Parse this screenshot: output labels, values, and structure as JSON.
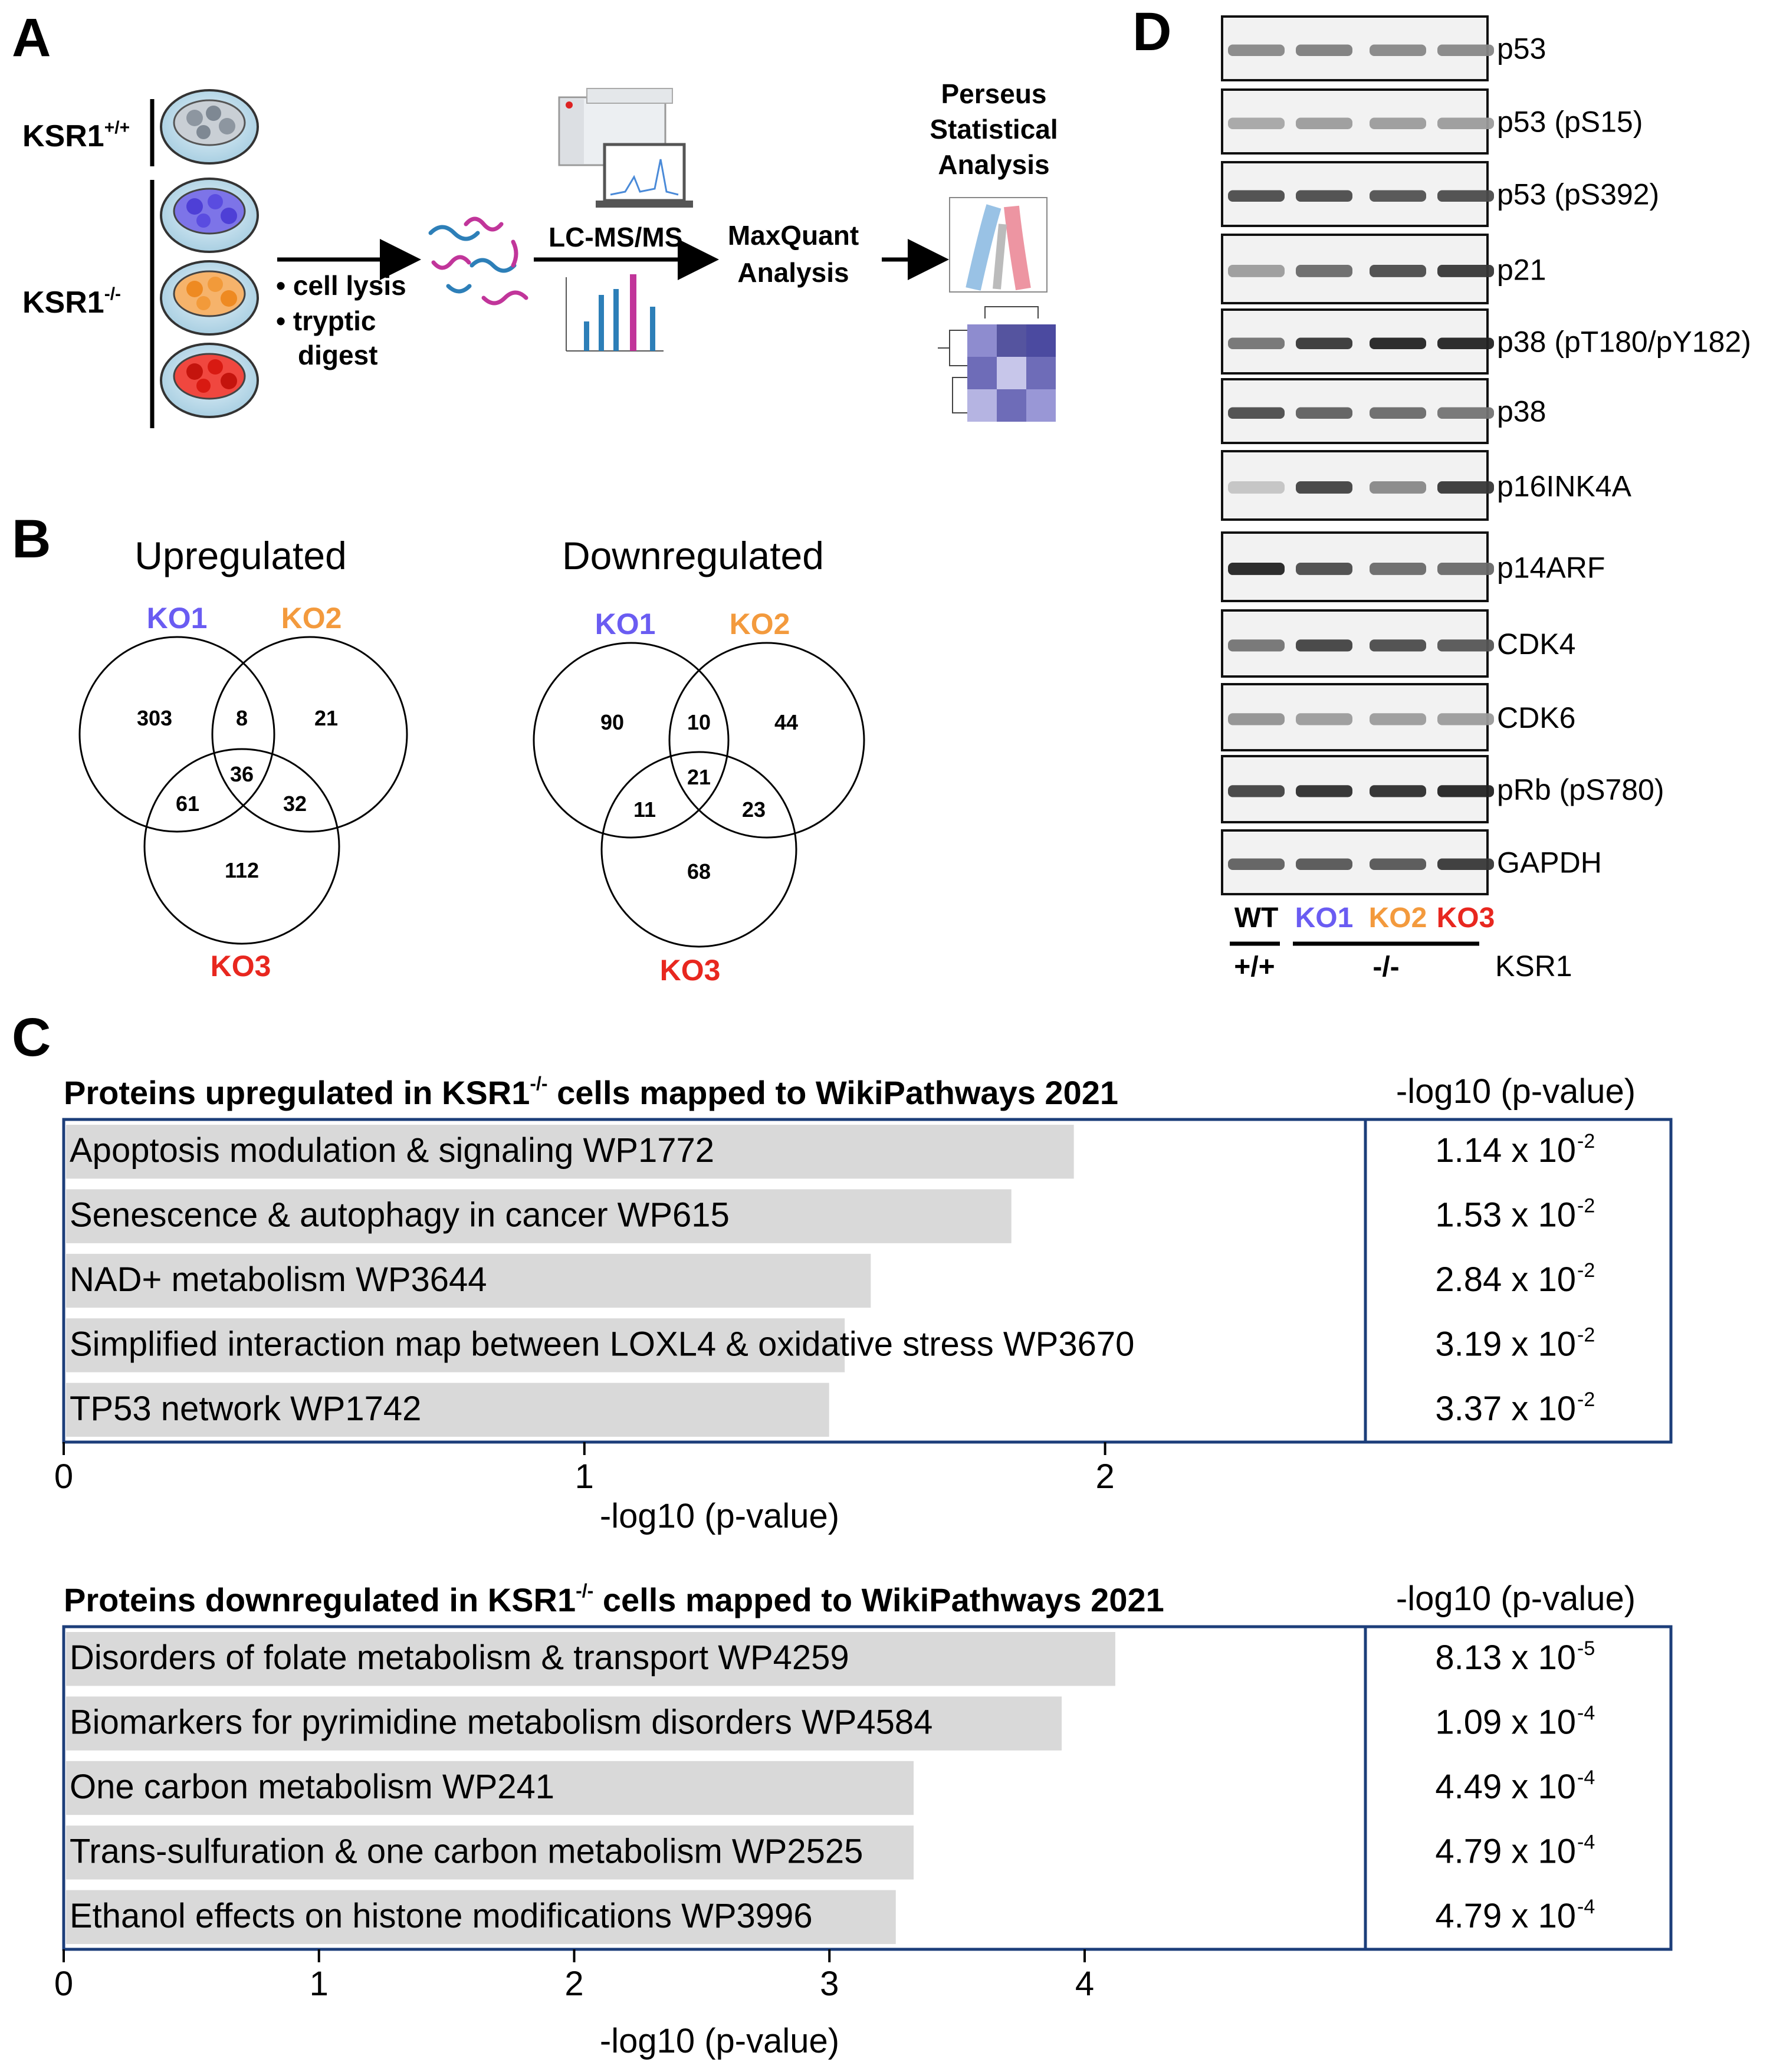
{
  "panelA": {
    "letter": "A",
    "ksr_wt": "KSR1",
    "ksr_wt_sup": "+/+",
    "ksr_ko": "KSR1",
    "ksr_ko_sup": "-/-",
    "step1": [
      "• cell lysis",
      "• tryptic",
      "digest"
    ],
    "lcms": "LC-MS/MS",
    "maxquant": [
      "MaxQuant",
      "Analysis"
    ],
    "perseus": [
      "Perseus",
      "Statistical",
      "Analysis"
    ],
    "colors": {
      "ko1": "#6a5cf2",
      "ko2": "#f39a3d",
      "ko3": "#e8271f",
      "wt": "#9aa3ad"
    }
  },
  "panelB": {
    "letter": "B",
    "up": {
      "title": "Upregulated",
      "labels": [
        "KO1",
        "KO2",
        "KO3"
      ],
      "regions": {
        "ko1_only": "303",
        "ko1_ko2": "8",
        "ko2_only": "21",
        "all": "36",
        "ko1_ko3": "61",
        "ko2_ko3": "32",
        "ko3_only": "112"
      }
    },
    "down": {
      "title": "Downregulated",
      "labels": [
        "KO1",
        "KO2",
        "KO3"
      ],
      "regions": {
        "ko1_only": "90",
        "ko1_ko2": "10",
        "ko2_only": "44",
        "all": "21",
        "ko1_ko3": "11",
        "ko2_ko3": "23",
        "ko3_only": "68"
      }
    }
  },
  "chart_data": [
    {
      "type": "bar",
      "title": "Proteins upregulated in KSR1-/- cells mapped to WikiPathways 2021",
      "xlabel": "-log10 (p-value)",
      "pcol_header": "-log10 (p-value)",
      "xlim": [
        0,
        2.5
      ],
      "ticks": [
        0,
        1,
        2
      ],
      "categories": [
        "Apoptosis modulation & signaling WP1772",
        "Senescence & autophagy in cancer WP615",
        "NAD+ metabolism WP3644",
        "Simplified interaction map between LOXL4 & oxidative stress WP3670",
        "TP53 network WP1742"
      ],
      "values": [
        1.94,
        1.82,
        1.55,
        1.5,
        1.47
      ],
      "pvalues": [
        "1.14 x 10",
        "1.53 x 10",
        "2.84 x 10",
        "3.19 x 10",
        "3.37 x 10"
      ],
      "exponents": [
        "-2",
        "-2",
        "-2",
        "-2",
        "-2"
      ]
    },
    {
      "type": "bar",
      "title": "Proteins downregulated in KSR1-/- cells mapped to WikiPathways 2021",
      "xlabel": "-log10 (p-value)",
      "pcol_header": "-log10 (p-value)",
      "xlim": [
        0,
        5.1
      ],
      "ticks": [
        0,
        1,
        2,
        3,
        4
      ],
      "categories": [
        "Disorders of folate metabolism & transport WP4259",
        "Biomarkers for pyrimidine metabolism disorders WP4584",
        "One carbon metabolism WP241",
        "Trans-sulfuration & one carbon metabolism WP2525",
        "Ethanol effects on histone modifications WP3996"
      ],
      "values": [
        4.12,
        3.91,
        3.33,
        3.33,
        3.26
      ],
      "pvalues": [
        "8.13 x 10",
        "1.09 x 10",
        "4.49 x 10",
        "4.79 x 10",
        "4.79 x 10"
      ],
      "exponents": [
        "-5",
        "-4",
        "-4",
        "-4",
        "-4"
      ]
    }
  ],
  "panelC": {
    "letter": "C",
    "title_sup": "-/-"
  },
  "panelD": {
    "letter": "D",
    "blots": [
      {
        "label": "p53",
        "intensities": [
          0.45,
          0.5,
          0.45,
          0.45
        ]
      },
      {
        "label": "p53 (pS15)",
        "intensities": [
          0.3,
          0.35,
          0.35,
          0.35
        ]
      },
      {
        "label": "p53 (pS392)",
        "intensities": [
          0.75,
          0.75,
          0.72,
          0.75
        ]
      },
      {
        "label": "p21",
        "intensities": [
          0.35,
          0.6,
          0.75,
          0.85
        ]
      },
      {
        "label": "p38 (pT180/pY182)",
        "intensities": [
          0.55,
          0.85,
          0.95,
          0.95
        ]
      },
      {
        "label": "p38",
        "intensities": [
          0.75,
          0.65,
          0.6,
          0.55
        ]
      },
      {
        "label": "p16INK4A",
        "intensities": [
          0.15,
          0.8,
          0.45,
          0.85
        ]
      },
      {
        "label": "p14ARF",
        "intensities": [
          0.95,
          0.75,
          0.6,
          0.6
        ]
      },
      {
        "label": "CDK4",
        "intensities": [
          0.55,
          0.8,
          0.75,
          0.7
        ]
      },
      {
        "label": "CDK6",
        "intensities": [
          0.4,
          0.35,
          0.35,
          0.35
        ]
      },
      {
        "label": "pRb (pS780)",
        "intensities": [
          0.8,
          0.9,
          0.9,
          0.95
        ]
      },
      {
        "label": "GAPDH",
        "intensities": [
          0.65,
          0.7,
          0.7,
          0.85
        ]
      }
    ],
    "lanes": [
      "WT",
      "KO1",
      "KO2",
      "KO3"
    ],
    "genotype_wt": "+/+",
    "genotype_ko": "-/-",
    "gene": "KSR1"
  }
}
